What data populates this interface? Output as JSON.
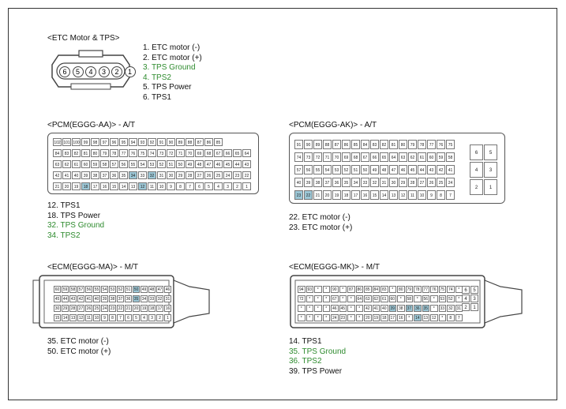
{
  "etc": {
    "title": "<ETC Motor & TPS>",
    "pins": [
      "6",
      "5",
      "4",
      "3",
      "2",
      "1"
    ],
    "items": [
      {
        "text": "1. ETC motor (-)",
        "green": false
      },
      {
        "text": "2. ETC motor (+)",
        "green": false
      },
      {
        "text": "3. TPS Ground",
        "green": true
      },
      {
        "text": "4. TPS2",
        "green": true
      },
      {
        "text": "5. TPS Power",
        "green": false
      },
      {
        "text": "6. TPS1",
        "green": false
      }
    ]
  },
  "pcm_aa": {
    "title": "<PCM(EGGG-AA)> - A/T",
    "rows": [
      [
        "102",
        "101",
        "100",
        "99",
        "98",
        "97",
        "96",
        "95",
        "94",
        "93",
        "92",
        "91",
        "90",
        "89",
        "88",
        "87",
        "86",
        "85"
      ],
      [
        "84",
        "83",
        "82",
        "81",
        "80",
        "79",
        "78",
        "77",
        "76",
        "75",
        "74",
        "73",
        "72",
        "71",
        "70",
        "69",
        "68",
        "67",
        "66",
        "65",
        "64"
      ],
      [
        "63",
        "62",
        "61",
        "60",
        "59",
        "58",
        "57",
        "56",
        "55",
        "54",
        "53",
        "52",
        "51",
        "50",
        "49",
        "48",
        "47",
        "46",
        "45",
        "44",
        "43"
      ],
      [
        "42",
        "41",
        "40",
        "39",
        "38",
        "37",
        "36",
        "35",
        "34",
        "33",
        "32",
        "31",
        "30",
        "29",
        "28",
        "27",
        "26",
        "25",
        "24",
        "23",
        "22"
      ],
      [
        "21",
        "20",
        "19",
        "18",
        "17",
        "16",
        "15",
        "14",
        "13",
        "12",
        "11",
        "10",
        "9",
        "8",
        "7",
        "6",
        "5",
        "4",
        "3",
        "2",
        "1"
      ]
    ],
    "highlight": [
      "34",
      "32",
      "18",
      "12"
    ],
    "items": [
      {
        "text": "12. TPS1",
        "green": false
      },
      {
        "text": "18. TPS Power",
        "green": false
      },
      {
        "text": "32. TPS Ground",
        "green": true
      },
      {
        "text": "34. TPS2",
        "green": true
      }
    ]
  },
  "pcm_ak": {
    "title": "<PCM(EGGG-AK)> - A/T",
    "rows": [
      [
        "91",
        "90",
        "89",
        "88",
        "87",
        "86",
        "85",
        "84",
        "83",
        "82",
        "81",
        "80",
        "79",
        "78",
        "77",
        "76",
        "75"
      ],
      [
        "74",
        "73",
        "72",
        "71",
        "70",
        "69",
        "68",
        "67",
        "66",
        "65",
        "64",
        "63",
        "62",
        "61",
        "60",
        "59",
        "58"
      ],
      [
        "57",
        "56",
        "55",
        "54",
        "53",
        "52",
        "51",
        "50",
        "49",
        "48",
        "47",
        "46",
        "45",
        "44",
        "43",
        "42",
        "41"
      ],
      [
        "40",
        "39",
        "38",
        "37",
        "36",
        "35",
        "34",
        "33",
        "32",
        "31",
        "30",
        "29",
        "28",
        "27",
        "26",
        "25",
        "24"
      ],
      [
        "23",
        "22",
        "21",
        "20",
        "19",
        "18",
        "17",
        "16",
        "15",
        "14",
        "13",
        "12",
        "11",
        "10",
        "9",
        "8",
        "7"
      ]
    ],
    "side": [
      [
        "6",
        "5"
      ],
      [
        "4",
        "3"
      ],
      [
        "2",
        "1"
      ]
    ],
    "highlight": [
      "23",
      "22"
    ],
    "items": [
      {
        "text": "22. ETC motor (-)",
        "green": false
      },
      {
        "text": "23. ETC motor (+)",
        "green": false
      }
    ]
  },
  "ecm_ma": {
    "title": "<ECM(EGGG-MA)> - M/T",
    "rows": [
      [
        "60",
        "59",
        "58",
        "57",
        "56",
        "55",
        "54",
        "53",
        "52",
        "51",
        "50",
        "49",
        "48",
        "47",
        "46"
      ],
      [
        "45",
        "44",
        "43",
        "42",
        "41",
        "40",
        "39",
        "38",
        "37",
        "36",
        "35",
        "34",
        "33",
        "32",
        "31"
      ],
      [
        "30",
        "29",
        "28",
        "27",
        "26",
        "25",
        "24",
        "23",
        "22",
        "21",
        "20",
        "19",
        "18",
        "17",
        "16"
      ],
      [
        "15",
        "14",
        "13",
        "12",
        "11",
        "10",
        "9",
        "8",
        "7",
        "6",
        "5",
        "4",
        "3",
        "2",
        "1"
      ]
    ],
    "highlight": [
      "50",
      "35"
    ],
    "items": [
      {
        "text": "35. ETC motor (-)",
        "green": false
      },
      {
        "text": "50. ETC motor (+)",
        "green": false
      }
    ]
  },
  "ecm_mk": {
    "title": "<ECM(EGGG-MK)> - M/T",
    "rows": [
      [
        "94",
        "93",
        "*",
        "*",
        "90",
        "*",
        "87",
        "86",
        "85",
        "84",
        "83",
        "*",
        "80",
        "79",
        "78",
        "77",
        "76",
        "75",
        "74",
        "*"
      ],
      [
        "72",
        "*",
        "*",
        "*",
        "67",
        "*",
        "*",
        "64",
        "63",
        "62",
        "61",
        "60",
        "*",
        "58",
        "*",
        "56",
        "*",
        "53",
        "52",
        "*"
      ],
      [
        "*",
        "*",
        "*",
        "*",
        "46",
        "45",
        "*",
        "*",
        "42",
        "41",
        "40",
        "39",
        "38",
        "37",
        "36",
        "35",
        "*",
        "33",
        "32",
        "31"
      ],
      [
        "*",
        "*",
        "*",
        "*",
        "24",
        "23",
        "*",
        "*",
        "20",
        "19",
        "18",
        "17",
        "16",
        "*",
        "14",
        "13",
        "12",
        "*",
        "8",
        "7"
      ]
    ],
    "side": [
      [
        "6",
        "5"
      ],
      [
        "4",
        "3"
      ],
      [
        "2",
        "1"
      ]
    ],
    "highlight": [
      "39",
      "37",
      "36",
      "35",
      "14"
    ],
    "items": [
      {
        "text": "14. TPS1",
        "green": false
      },
      {
        "text": "35. TPS Ground",
        "green": true
      },
      {
        "text": "36. TPS2",
        "green": true
      },
      {
        "text": "39. TPS Power",
        "green": false
      }
    ]
  }
}
